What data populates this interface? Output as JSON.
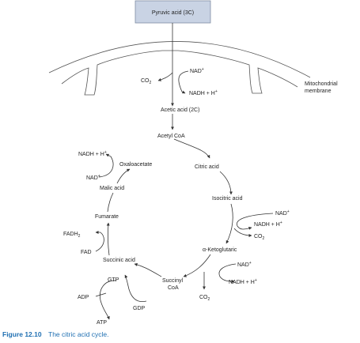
{
  "box_label": "Pyruvic acid (3C)",
  "membrane_label": [
    "Mitochondrial",
    "membrane"
  ],
  "top": {
    "nad": "NAD",
    "nad_sup": "+",
    "co2": "CO",
    "co2_sub": "2",
    "nadh": "NADH + H",
    "nadh_sup": "+",
    "acetic_acid": "Acetic acid (2C)",
    "acetyl_coa": "Acetyl CoA"
  },
  "cycle": {
    "oxaloacetate": "Oxaloacetate",
    "citric_acid": "Citric acid",
    "isocitric_acid": "Isocitric acid",
    "a_ketoglutaric": "α-Ketoglutaric",
    "succinyl_coa": [
      "Succinyl",
      "CoA"
    ],
    "succinic_acid": "Succinic acid",
    "fumarate": "Fumarate",
    "malic_acid": "Malic acid"
  },
  "side": {
    "nadh_h": "NADH + H",
    "plus": "+",
    "nad": "NAD",
    "co2": "CO",
    "co2_sub": "2",
    "fadh": "FADH",
    "fadh_sub": "2",
    "fad": "FAD",
    "gtp": "GTP",
    "gdp": "GDP",
    "adp": "ADP",
    "atp": "ATP"
  },
  "caption": {
    "number": "Figure 12.10",
    "text": "The citric acid cycle."
  }
}
